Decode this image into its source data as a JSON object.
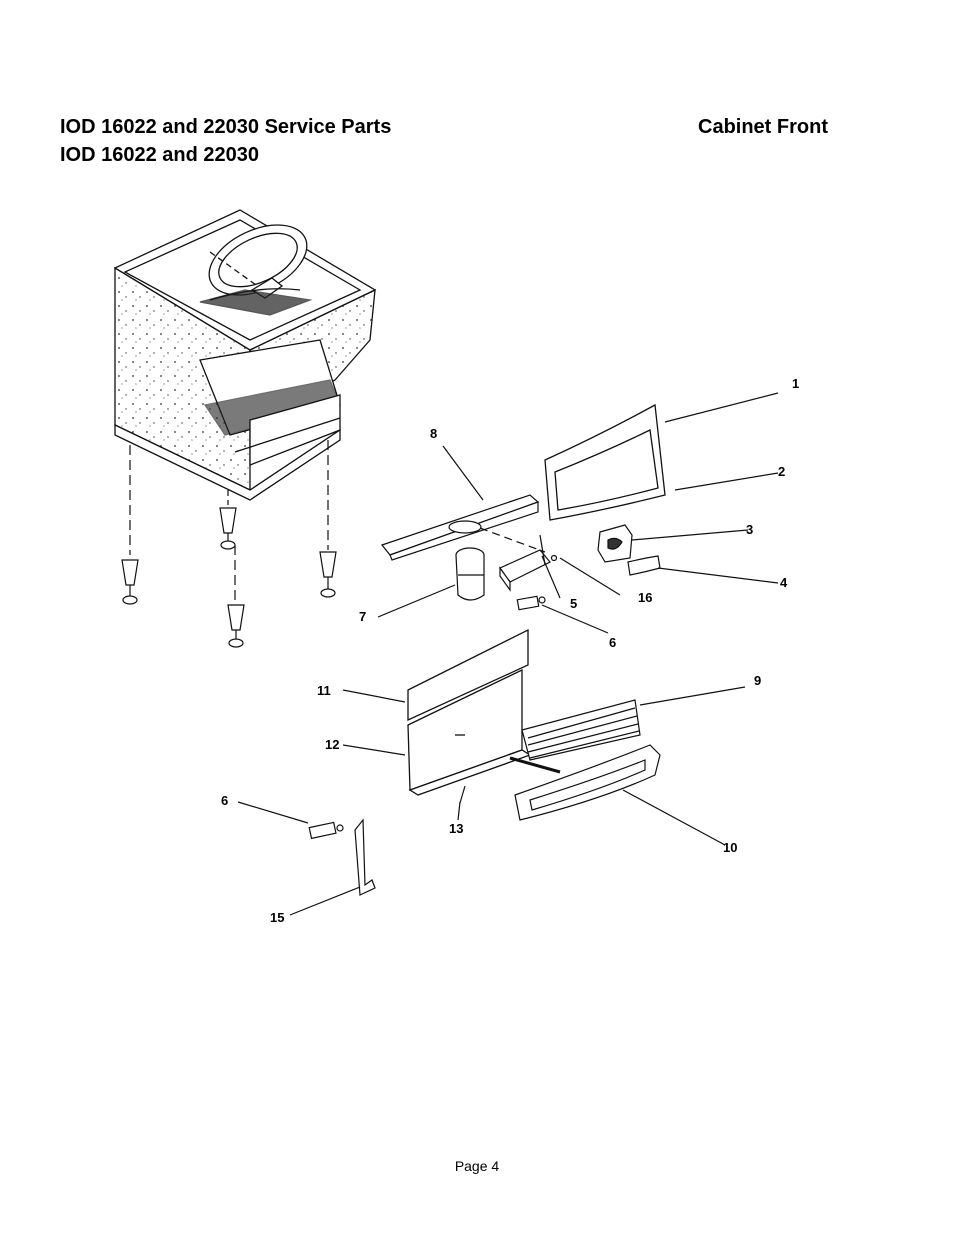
{
  "header": {
    "title_line1": "IOD 16022 and 22030 Service Parts",
    "title_line2": "IOD 16022 and 22030",
    "section": "Cabinet Front"
  },
  "diagram": {
    "callouts": [
      "1",
      "2",
      "3",
      "4",
      "5",
      "16",
      "6",
      "7",
      "8",
      "11",
      "12",
      "9",
      "13",
      "6",
      "10",
      "15"
    ]
  },
  "footer": {
    "page": "Page 4"
  }
}
